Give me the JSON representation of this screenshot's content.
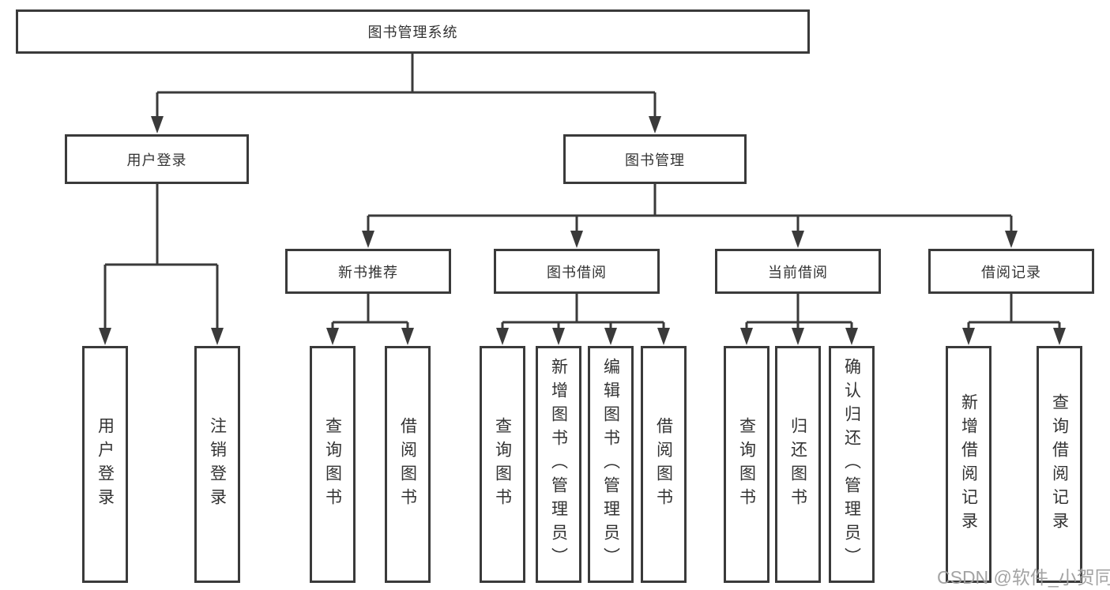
{
  "diagram": {
    "root": {
      "label": "图书管理系统"
    },
    "branches": [
      {
        "label": "用户登录",
        "leaves": [
          "用户登录",
          "注销登录"
        ]
      },
      {
        "label": "图书管理",
        "groups": [
          {
            "label": "新书推荐",
            "leaves": [
              "查询图书",
              "借阅图书"
            ]
          },
          {
            "label": "图书借阅",
            "leaves": [
              "查询图书",
              "新增图书（管理员）",
              "编辑图书（管理员）",
              "借阅图书"
            ]
          },
          {
            "label": "当前借阅",
            "leaves": [
              "查询图书",
              "归还图书",
              "确认归还（管理员）"
            ]
          },
          {
            "label": "借阅记录",
            "leaves": [
              "新增借阅记录",
              "查询借阅记录"
            ]
          }
        ]
      }
    ]
  },
  "watermark": "CSDN @软件_小贺同学",
  "colors": {
    "line": "#3a3a3a",
    "text": "#333333",
    "watermark": "#9e9e9e",
    "background": "#ffffff"
  }
}
